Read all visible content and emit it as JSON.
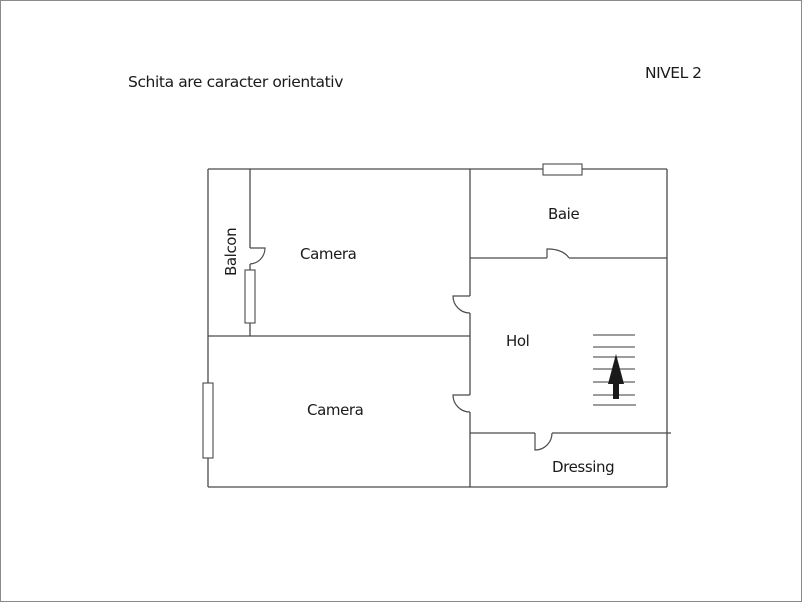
{
  "header": {
    "note": "Schita are caracter orientativ",
    "level": "NIVEL 2"
  },
  "rooms": {
    "balcon": "Balcon",
    "camera_1": "Camera",
    "camera_2": "Camera",
    "baie": "Baie",
    "hol": "Hol",
    "dressing": "Dressing"
  },
  "symbols": {
    "stairs_direction": "up",
    "stairs_steps": 7
  },
  "colors": {
    "wall": "#4a4a4a",
    "text": "#1a1a1a",
    "background": "#ffffff"
  }
}
